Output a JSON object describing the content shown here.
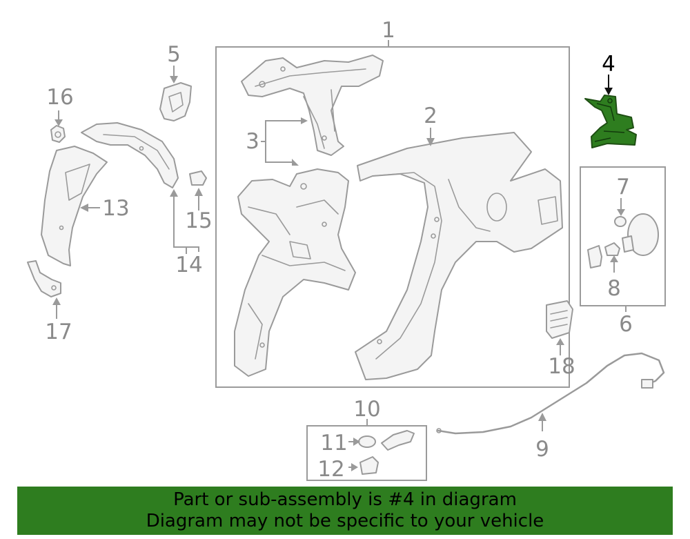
{
  "callouts": {
    "c1": "1",
    "c2": "2",
    "c3": "3",
    "c4": "4",
    "c5": "5",
    "c6": "6",
    "c7": "7",
    "c8": "8",
    "c9": "9",
    "c10": "10",
    "c11": "11",
    "c12": "12",
    "c13": "13",
    "c14": "14",
    "c15": "15",
    "c16": "16",
    "c17": "17",
    "c18": "18"
  },
  "highlighted_part": "4",
  "colors": {
    "highlight": "#2e7d1f",
    "line": "#9a9a9a"
  },
  "banner": {
    "line1": "Part or sub-assembly is #4 in diagram",
    "line2": "Diagram may not be specific to your vehicle"
  }
}
